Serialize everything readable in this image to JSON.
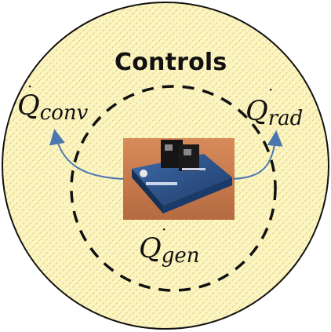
{
  "title": "Controls",
  "heat_terms": {
    "conv": {
      "symbol": "Q",
      "dot": "·",
      "subscript": "conv"
    },
    "rad": {
      "symbol": "Q",
      "dot": "·",
      "subscript": "rad"
    },
    "gen": {
      "symbol": "Q",
      "dot": "·",
      "subscript": "gen"
    }
  },
  "colors": {
    "background_fill": "#fbf5c4",
    "hatch_line": "#d9b83a",
    "outer_circle": "#111111",
    "dashed_circle": "#111111",
    "arrows": "#4a77b0",
    "board": "#2c4f87"
  },
  "image_description_icon": "circuit-board-photo-icon"
}
